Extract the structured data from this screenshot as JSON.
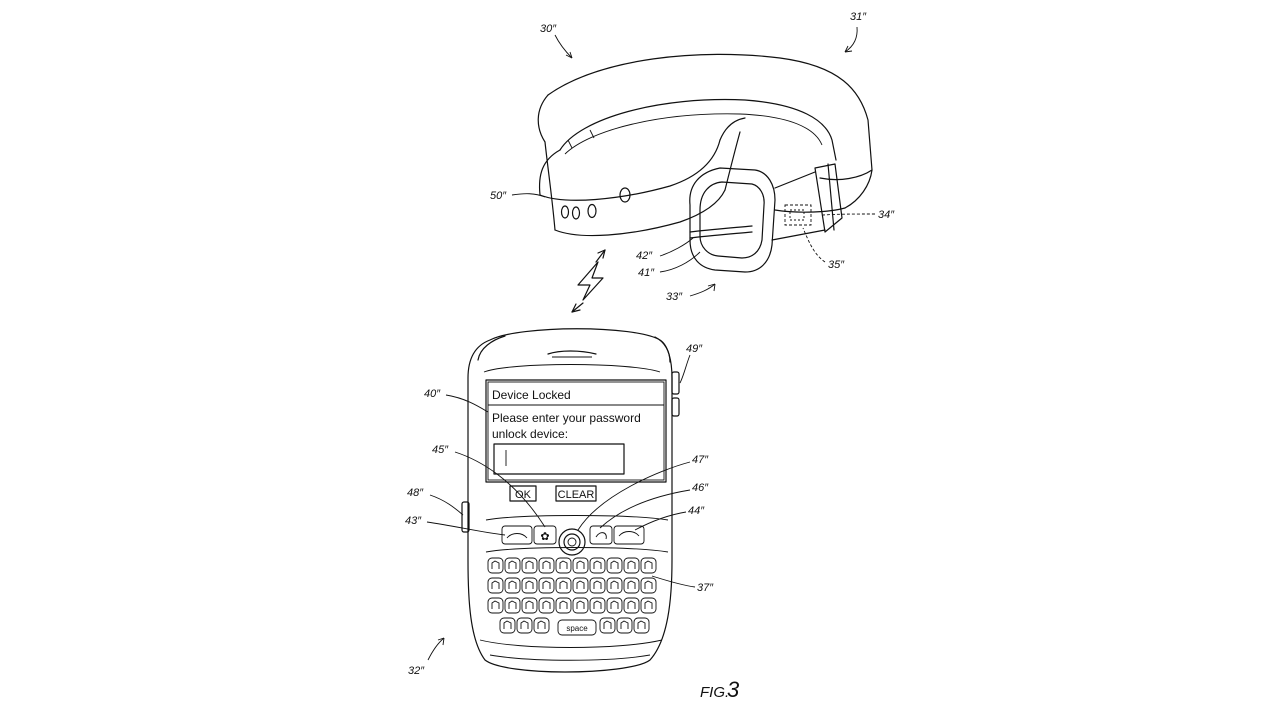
{
  "screen": {
    "title": "Device Locked",
    "prompt_line1": "Please enter your password",
    "prompt_line2": "unlock device:",
    "ok_button": "OK",
    "clear_button": "CLEAR"
  },
  "keyboard": {
    "space_label": "space"
  },
  "reference_numerals": {
    "r30": "30″",
    "r31": "31″",
    "r50": "50″",
    "r34": "34″",
    "r35": "35″",
    "r42": "42″",
    "r41": "41″",
    "r33": "33″",
    "r49": "49″",
    "r40": "40″",
    "r45": "45″",
    "r47": "47″",
    "r48": "48″",
    "r46": "46″",
    "r43": "43″",
    "r44": "44″",
    "r37": "37″",
    "r32": "32″"
  },
  "figure_label": {
    "prefix": "FIG.",
    "number": "3"
  }
}
